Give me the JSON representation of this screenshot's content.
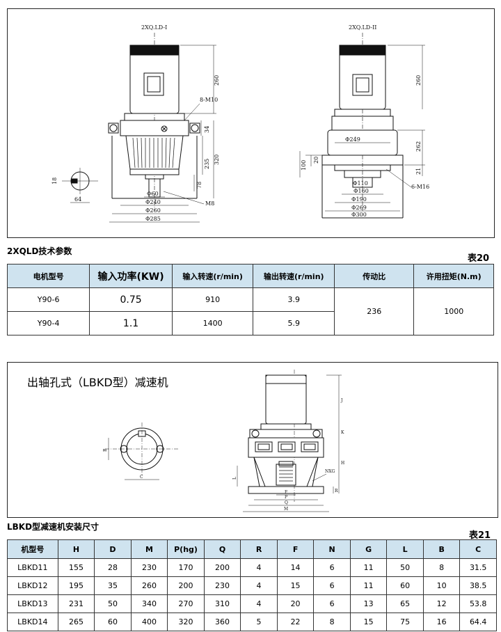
{
  "drawing1": {
    "title_left": "2XQ.LD-I",
    "title_right": "2XQ.LD-II",
    "dims_left": {
      "d260": "260",
      "d8m10": "8-M10",
      "d34": "34",
      "d320": "320",
      "d235": "235",
      "d78": "78",
      "phi60": "Φ60",
      "phi240": "Φ240",
      "m8": "M8",
      "phi260": "Φ260",
      "phi285": "Φ285",
      "d18": "18",
      "d64": "64"
    },
    "dims_right": {
      "d260": "260",
      "phi249": "Φ249",
      "d262": "262",
      "d20": "20",
      "d100": "100",
      "d21": "21",
      "phi110": "Φ110",
      "phi160": "Φ160",
      "m16": "6-M16",
      "phi190": "Φ190",
      "phi269": "Φ269",
      "phi300": "Φ300"
    }
  },
  "table1": {
    "caption": "2XQLD技术参数",
    "label": "表20",
    "headers": [
      "电机型号",
      "输入功率(KW)",
      "输入转速(r/min)",
      "输出转速(r/min)",
      "传动比",
      "许用扭矩(N.m)"
    ],
    "rows": [
      [
        "Y90-6",
        "0.75",
        "910",
        "3.9"
      ],
      [
        "Y90-4",
        "1.1",
        "1400",
        "5.9"
      ]
    ],
    "ratio": "236",
    "torque": "1000"
  },
  "drawing2": {
    "title": "出轴孔式（LBKD型）减速机",
    "dims": {
      "b": "B",
      "c": "C",
      "j": "J",
      "k": "K",
      "h": "H",
      "l": "L",
      "nxg": "NXG",
      "r": "R",
      "f": "F",
      "p": "P",
      "q": "Q",
      "m": "M"
    }
  },
  "table2": {
    "caption": "LBKD型减速机安装尺寸",
    "label": "表21",
    "headers": [
      "机型号",
      "H",
      "D",
      "M",
      "P(hg)",
      "Q",
      "R",
      "F",
      "N",
      "G",
      "L",
      "B",
      "C"
    ],
    "rows": [
      [
        "LBKD11",
        "155",
        "28",
        "230",
        "170",
        "200",
        "4",
        "14",
        "6",
        "11",
        "50",
        "8",
        "31.5"
      ],
      [
        "LBKD12",
        "195",
        "35",
        "260",
        "200",
        "230",
        "4",
        "15",
        "6",
        "11",
        "60",
        "10",
        "38.5"
      ],
      [
        "LBKD13",
        "231",
        "50",
        "340",
        "270",
        "310",
        "4",
        "20",
        "6",
        "13",
        "65",
        "12",
        "53.8"
      ],
      [
        "LBKD14",
        "265",
        "60",
        "400",
        "320",
        "360",
        "5",
        "22",
        "8",
        "15",
        "75",
        "16",
        "64.4"
      ]
    ]
  }
}
